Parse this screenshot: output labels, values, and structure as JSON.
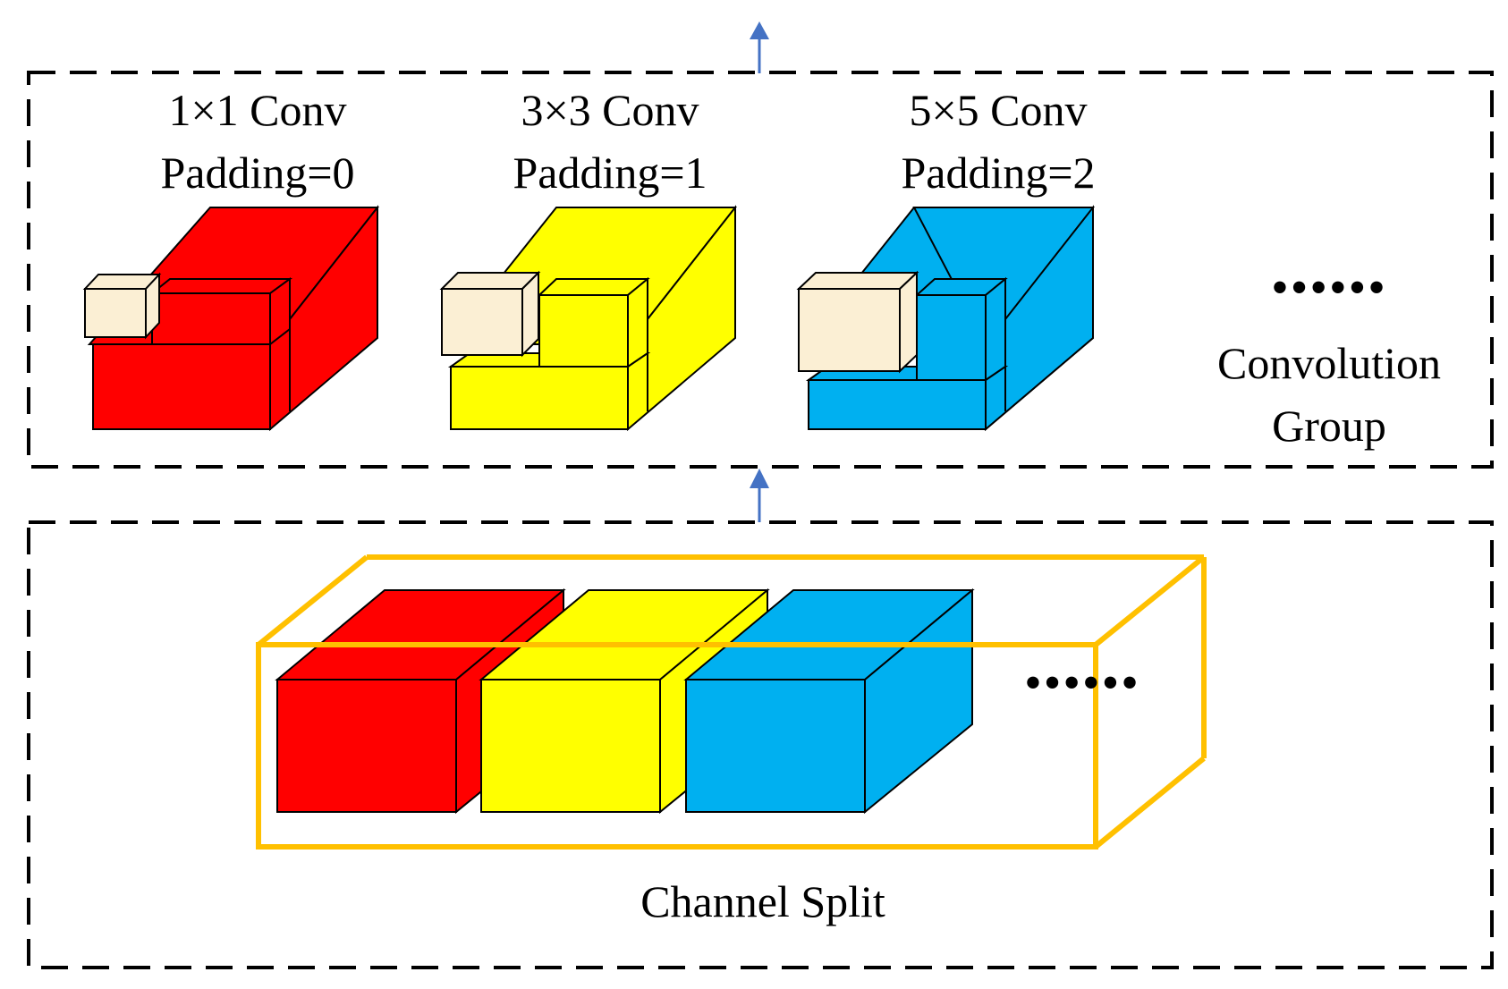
{
  "colors": {
    "red": "#ff0000",
    "yellow": "#ffff00",
    "blue": "#00b0f0",
    "kernel": "#fbefd4",
    "split_outline": "#ffc000",
    "arrow": "#4472c4",
    "border": "#000000"
  },
  "top_panel": {
    "convs": [
      {
        "title": "1×1 Conv",
        "padding": "Padding=0",
        "color": "red"
      },
      {
        "title": "3×3 Conv",
        "padding": "Padding=1",
        "color": "yellow"
      },
      {
        "title": "5×5 Conv",
        "padding": "Padding=2",
        "color": "blue"
      }
    ],
    "ellipsis": "••••••",
    "group_label_line1": "Convolution",
    "group_label_line2": "Group"
  },
  "bottom_panel": {
    "label": "Channel Split",
    "ellipsis": "••••••"
  },
  "icons": [
    "up-arrow-icon",
    "up-arrow-icon"
  ]
}
